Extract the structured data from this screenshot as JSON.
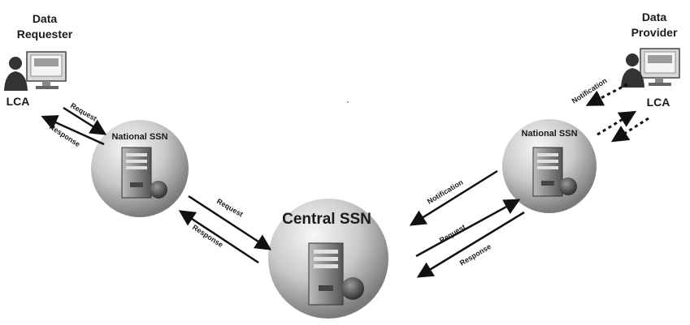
{
  "actors": {
    "requester": {
      "title_line1": "Data",
      "title_line2": "Requester",
      "lca": "LCA"
    },
    "provider": {
      "title_line1": "Data",
      "title_line2": "Provider",
      "lca": "LCA"
    }
  },
  "nodes": {
    "left_national": "National SSN",
    "right_national": "National SSN",
    "central": "Central SSN"
  },
  "flows": {
    "top_left_request": "Request",
    "top_left_response": "Response",
    "left_central_request": "Request",
    "left_central_response": "Response",
    "right_notification": "Notification",
    "right_request": "Request",
    "right_response": "Response",
    "provider_notification": "Notification"
  },
  "icons": [
    "person-computer-icon",
    "server-icon",
    "globe-icon",
    "arrow-icon"
  ]
}
